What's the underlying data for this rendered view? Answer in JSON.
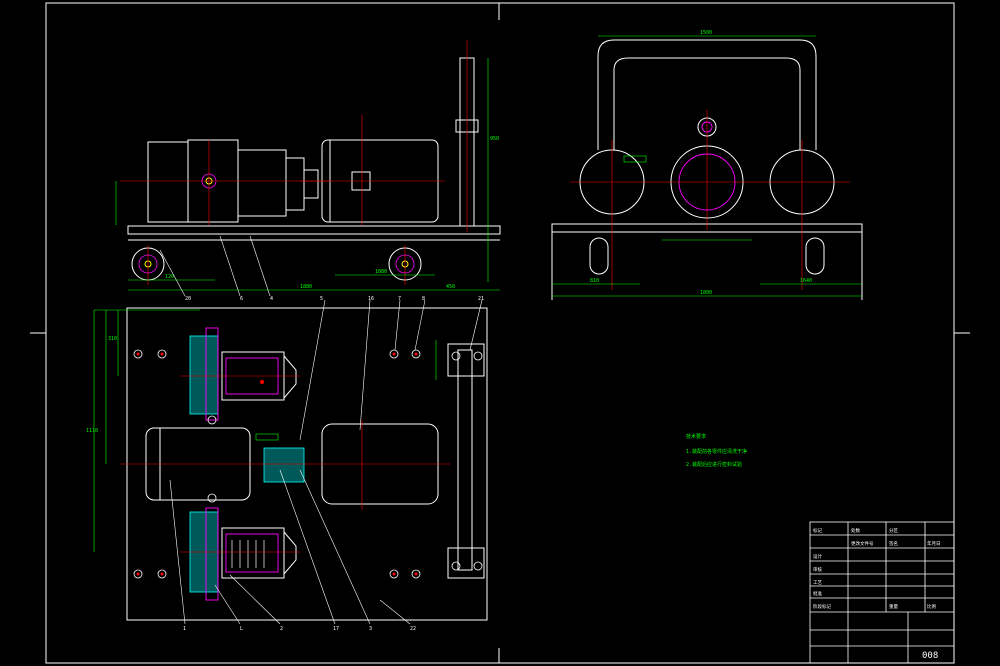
{
  "drawing": {
    "colors": {
      "background": "#000000",
      "outline": "#ffffff",
      "dimension": "#00ff00",
      "centerline": "#ff0000",
      "part": "#ff00ff",
      "hatch": "#00ffff",
      "accent": "#ffff00"
    },
    "balloons": [
      "20",
      "6",
      "4",
      "5",
      "16",
      "7",
      "8",
      "21",
      "1",
      "L",
      "2",
      "17",
      "3",
      "22"
    ],
    "dimensions": {
      "top_span": "1500",
      "front_left": "120",
      "front_mid": "1080",
      "front_right": "450",
      "front_total": "1880",
      "side_left": "810",
      "side_mid": "1800",
      "side_right": "1640",
      "height_right": "950",
      "plan_height": "1110",
      "plan_left": "310"
    },
    "notes": {
      "title": "技术要求",
      "line1": "1.装配前各零件应清洗干净",
      "line2": "2.装配后应进行密封试验"
    },
    "title_block": {
      "drawing_no": "008",
      "rows": [
        "标记",
        "处数",
        "分区",
        "更改文件号",
        "签名",
        "年月日"
      ],
      "labels": [
        "设计",
        "审核",
        "工艺",
        "批准"
      ],
      "header": [
        "阶段标记",
        "重量",
        "比例"
      ]
    }
  }
}
